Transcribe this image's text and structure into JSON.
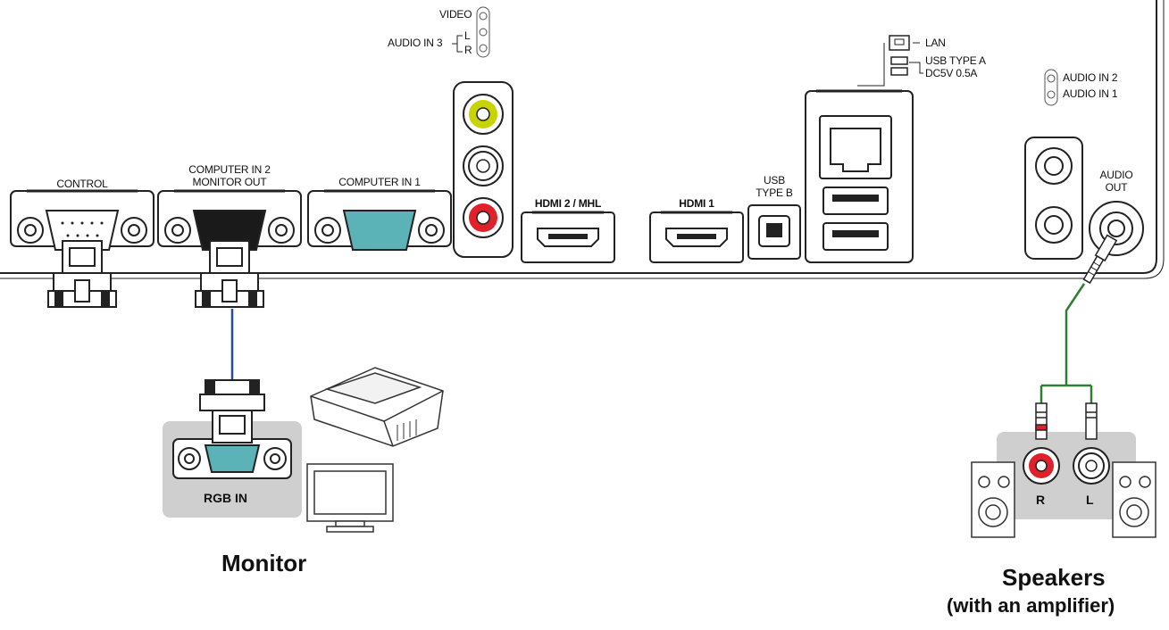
{
  "panel": {
    "control": "CONTROL",
    "computer_in_2_line1": "COMPUTER IN 2",
    "computer_in_2_line2": "MONITOR OUT",
    "computer_in_1": "COMPUTER IN 1",
    "video": "VIDEO",
    "audio_in_3": "AUDIO IN 3",
    "audio_in_3_l": "L",
    "audio_in_3_r": "R",
    "hdmi2": "HDMI 2 / MHL",
    "hdmi1": "HDMI 1",
    "usb_b_line1": "USB",
    "usb_b_line2": "TYPE B",
    "lan": "LAN",
    "usb_a": "USB TYPE A",
    "usb_a_power": "DC5V 0.5A",
    "audio_in_2": "AUDIO IN 2",
    "audio_in_1": "AUDIO IN 1",
    "audio_out_line1": "AUDIO",
    "audio_out_line2": "OUT"
  },
  "monitor": {
    "port_label": "RGB IN",
    "title": "Monitor"
  },
  "speakers": {
    "right_label": "R",
    "left_label": "L",
    "title": "Speakers",
    "subtitle": "(with an amplifier)"
  },
  "colors": {
    "video_jack": "#c8d400",
    "audio_red": "#e0202a",
    "vga_teal": "#5bb3b8",
    "rgb_cable": "#2a4aa0",
    "audio_cable": "#2e7d32",
    "panel_gray": "#cfcfcf"
  }
}
